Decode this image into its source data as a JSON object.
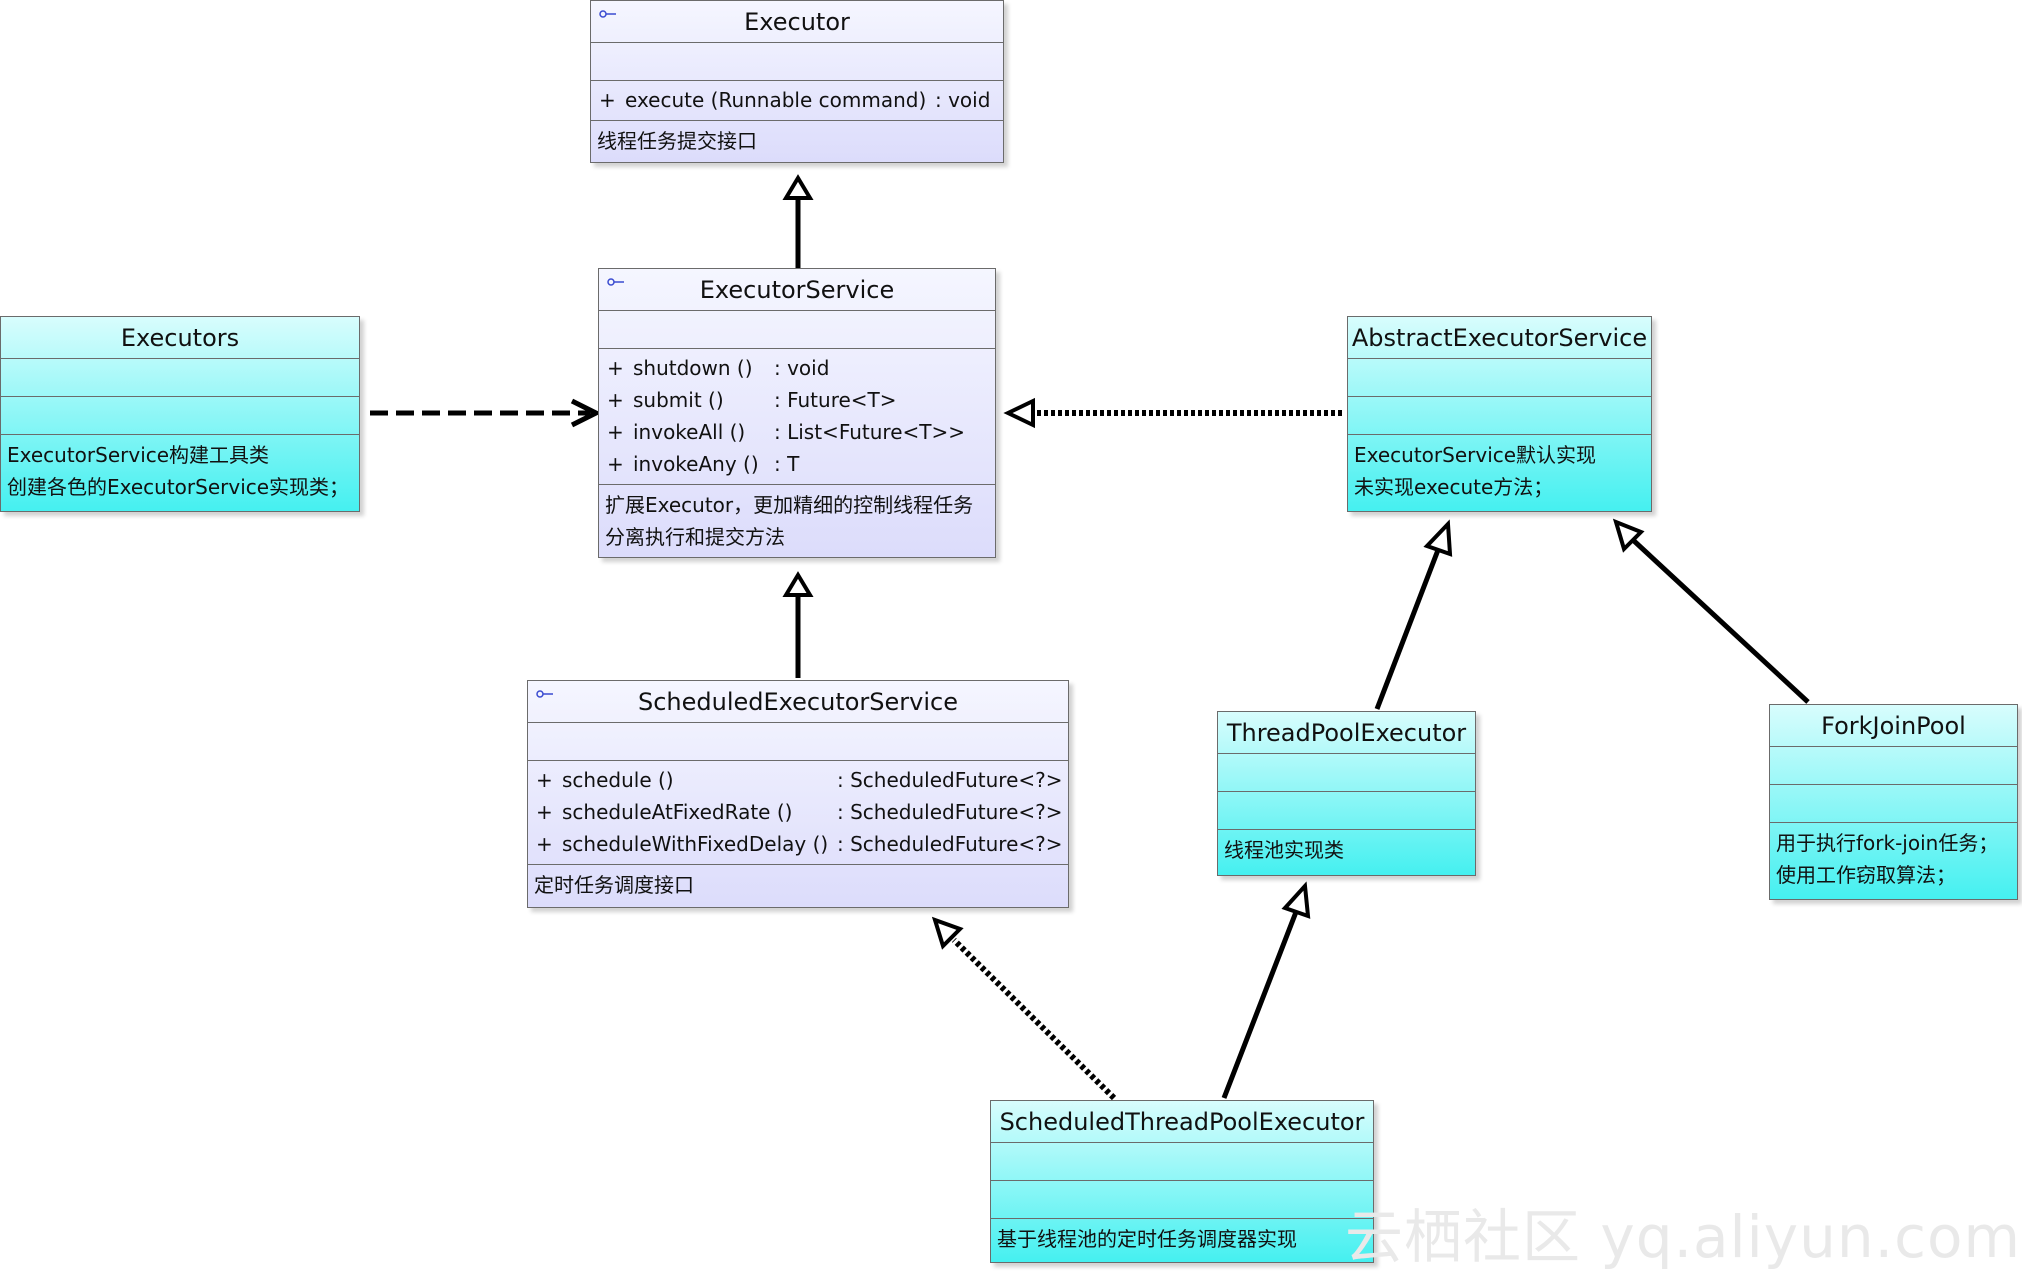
{
  "classes": {
    "executor": {
      "name": "Executor",
      "operations": [
        {
          "visibility": "+",
          "name": "execute (Runnable command)",
          "return": ": void"
        }
      ],
      "note": [
        "线程任务提交接口"
      ]
    },
    "executor_service": {
      "name": "ExecutorService",
      "operations": [
        {
          "visibility": "+",
          "name": "shutdown ()",
          "return": ": void"
        },
        {
          "visibility": "+",
          "name": "submit ()",
          "return": ": Future<T>"
        },
        {
          "visibility": "+",
          "name": "invokeAll ()",
          "return": ": List<Future<T>>"
        },
        {
          "visibility": "+",
          "name": "invokeAny ()",
          "return": ": T"
        }
      ],
      "note": [
        "扩展Executor，更加精细的控制线程任务",
        "分离执行和提交方法"
      ]
    },
    "executors": {
      "name": "Executors",
      "note": [
        "ExecutorService构建工具类",
        "创建各色的ExecutorService实现类；"
      ]
    },
    "abstract_executor_service": {
      "name": "AbstractExecutorService",
      "note": [
        "ExecutorService默认实现",
        "未实现execute方法；"
      ]
    },
    "scheduled_executor_service": {
      "name": "ScheduledExecutorService",
      "operations": [
        {
          "visibility": "+",
          "name": "schedule ()",
          "return": ": ScheduledFuture<?>"
        },
        {
          "visibility": "+",
          "name": "scheduleAtFixedRate ()",
          "return": ": ScheduledFuture<?>"
        },
        {
          "visibility": "+",
          "name": "scheduleWithFixedDelay ()",
          "return": ": ScheduledFuture<?>"
        }
      ],
      "note": [
        "定时任务调度接口"
      ]
    },
    "thread_pool_executor": {
      "name": "ThreadPoolExecutor",
      "note": [
        "线程池实现类"
      ]
    },
    "fork_join_pool": {
      "name": "ForkJoinPool",
      "note": [
        "用于执行fork-join任务；",
        "使用工作窃取算法；"
      ]
    },
    "scheduled_thread_pool_executor": {
      "name": "ScheduledThreadPoolExecutor",
      "note": [
        "基于线程池的定时任务调度器实现"
      ]
    }
  },
  "relationships": [
    {
      "from": "ExecutorService",
      "to": "Executor",
      "type": "generalization"
    },
    {
      "from": "ScheduledExecutorService",
      "to": "ExecutorService",
      "type": "generalization"
    },
    {
      "from": "Executors",
      "to": "ExecutorService",
      "type": "dependency"
    },
    {
      "from": "AbstractExecutorService",
      "to": "ExecutorService",
      "type": "realization"
    },
    {
      "from": "ThreadPoolExecutor",
      "to": "AbstractExecutorService",
      "type": "generalization"
    },
    {
      "from": "ForkJoinPool",
      "to": "AbstractExecutorService",
      "type": "generalization"
    },
    {
      "from": "ScheduledThreadPoolExecutor",
      "to": "ScheduledExecutorService",
      "type": "realization"
    },
    {
      "from": "ScheduledThreadPoolExecutor",
      "to": "ThreadPoolExecutor",
      "type": "generalization"
    }
  ],
  "colors": {
    "interface_fill_top": "#f5f6ff",
    "interface_fill_bottom": "#dcdcfb",
    "class_fill_top": "#d8fdfd",
    "class_fill_bottom": "#45f0f0",
    "border": "#6b6b6b",
    "edge": "#000000"
  },
  "watermark": "云栖社区 yq.aliyun.com"
}
